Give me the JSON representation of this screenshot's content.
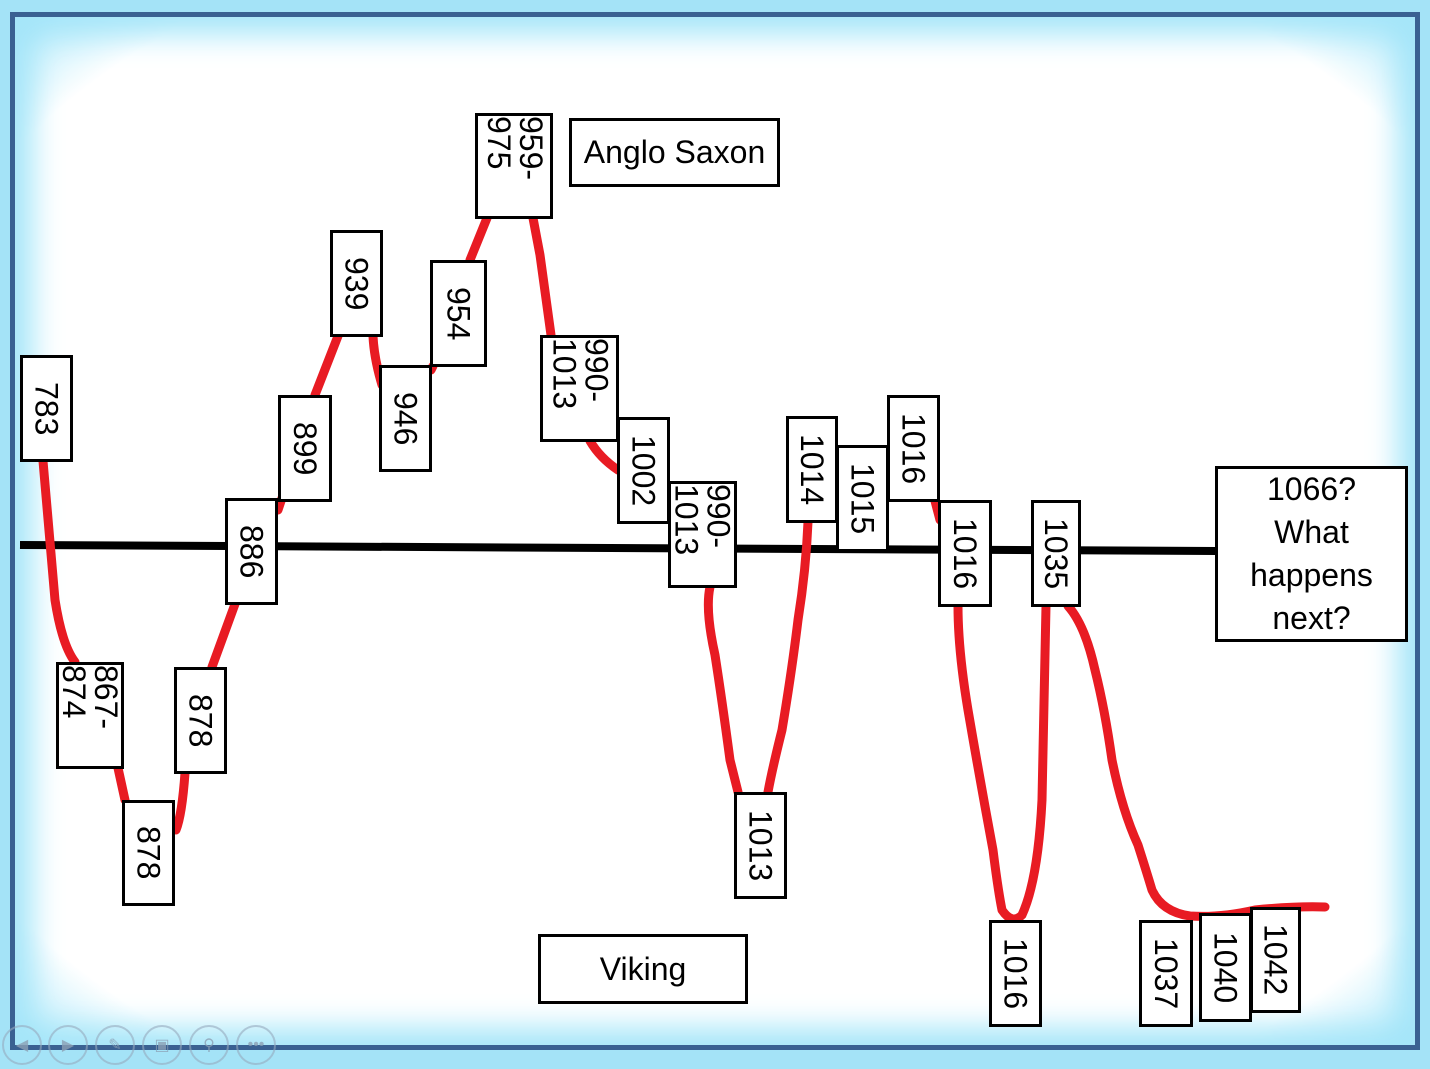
{
  "colors": {
    "timeline": "#000000",
    "path": "#e81b23",
    "frame": "#3a6192",
    "glow": "#a4e3f7"
  },
  "labels": {
    "anglo_saxon": "Anglo Saxon",
    "viking": "Viking",
    "future": [
      "1066?",
      "What",
      "happens",
      "next?"
    ]
  },
  "events": [
    {
      "text": "783"
    },
    {
      "text": "867- 874"
    },
    {
      "text": "878"
    },
    {
      "text": "878"
    },
    {
      "text": "886"
    },
    {
      "text": "899"
    },
    {
      "text": "939"
    },
    {
      "text": "946"
    },
    {
      "text": "954"
    },
    {
      "text": "959- 975"
    },
    {
      "text": "990- 1013"
    },
    {
      "text": "1002"
    },
    {
      "text": "990- 1013"
    },
    {
      "text": "1013"
    },
    {
      "text": "1014"
    },
    {
      "text": "1015"
    },
    {
      "text": "1016"
    },
    {
      "text": "1016"
    },
    {
      "text": "1035"
    },
    {
      "text": "1016"
    },
    {
      "text": "1037"
    },
    {
      "text": "1040"
    },
    {
      "text": "1042"
    }
  ],
  "controls": [
    "previous-icon",
    "next-icon",
    "pen-icon",
    "slides-icon",
    "zoom-icon",
    "more-icon"
  ]
}
